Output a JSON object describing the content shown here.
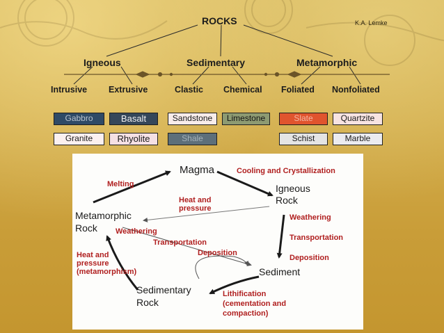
{
  "credit": "K.A. Lemke",
  "classification": {
    "root": "ROCKS",
    "classes": {
      "igneous": {
        "label": "Igneous",
        "subtypes": {
          "intrusive": {
            "label": "Intrusive",
            "rocks": [
              "Gabbro",
              "Granite"
            ]
          },
          "extrusive": {
            "label": "Extrusive",
            "rocks": [
              "Basalt",
              "Rhyolite"
            ]
          }
        }
      },
      "sedimentary": {
        "label": "Sedimentary",
        "subtypes": {
          "clastic": {
            "label": "Clastic",
            "rocks": [
              "Sandstone",
              "Shale"
            ]
          },
          "chemical": {
            "label": "Chemical",
            "rocks": [
              "Limestone"
            ]
          }
        }
      },
      "metamorphic": {
        "label": "Metamorphic",
        "subtypes": {
          "foliated": {
            "label": "Foliated",
            "rocks": [
              "Slate",
              "Schist"
            ]
          },
          "nonfoliated": {
            "label": "Nonfoliated",
            "rocks": [
              "Quartzite",
              "Marble"
            ]
          }
        }
      }
    }
  },
  "rock_cycle": {
    "stages": {
      "magma": "Magma",
      "igneous_line1": "Igneous",
      "igneous_line2": "Rock",
      "metamorphic_line1": "Metamorphic",
      "metamorphic_line2": "Rock",
      "sediment": "Sediment",
      "sedimentary_line1": "Sedimentary",
      "sedimentary_line2": "Rock"
    },
    "processes": {
      "cooling": "Cooling and Crystallization",
      "melting": "Melting",
      "heat_pressure_line1": "Heat and",
      "heat_pressure_line2": "pressure",
      "weathering_right": "Weathering",
      "transportation_right": "Transportation",
      "deposition_right": "Deposition",
      "weathering_left": "Weathering",
      "transportation_left": "Transportation",
      "deposition_mid": "Deposition",
      "metamorphism_line1": "Heat and",
      "metamorphism_line2": "pressure",
      "metamorphism_line3": "(metamorphism)",
      "lithification_line1": "Lithification",
      "lithification_line2": "(cementation and",
      "lithification_line3": "compaction)"
    }
  },
  "colors": {
    "gabbro_fill": "#2f4a66",
    "basalt_fill": "#35475a",
    "shale_fill": "#5d6f7a",
    "slate_fill": "#e0542e",
    "limestone_fill": "#8d9a72",
    "sandstone_fill": "#f8ecea",
    "quartzite_fill": "#f7e3e1",
    "granite_fill": "#fbf0ef",
    "rhyolite_fill": "#f5e0e4",
    "schist_fill": "#e4e4e4",
    "marble_fill": "#ebebef",
    "process_text": "#b01f1f",
    "tree_lines": "#2a2a2a",
    "ornament": "#6b5428"
  }
}
